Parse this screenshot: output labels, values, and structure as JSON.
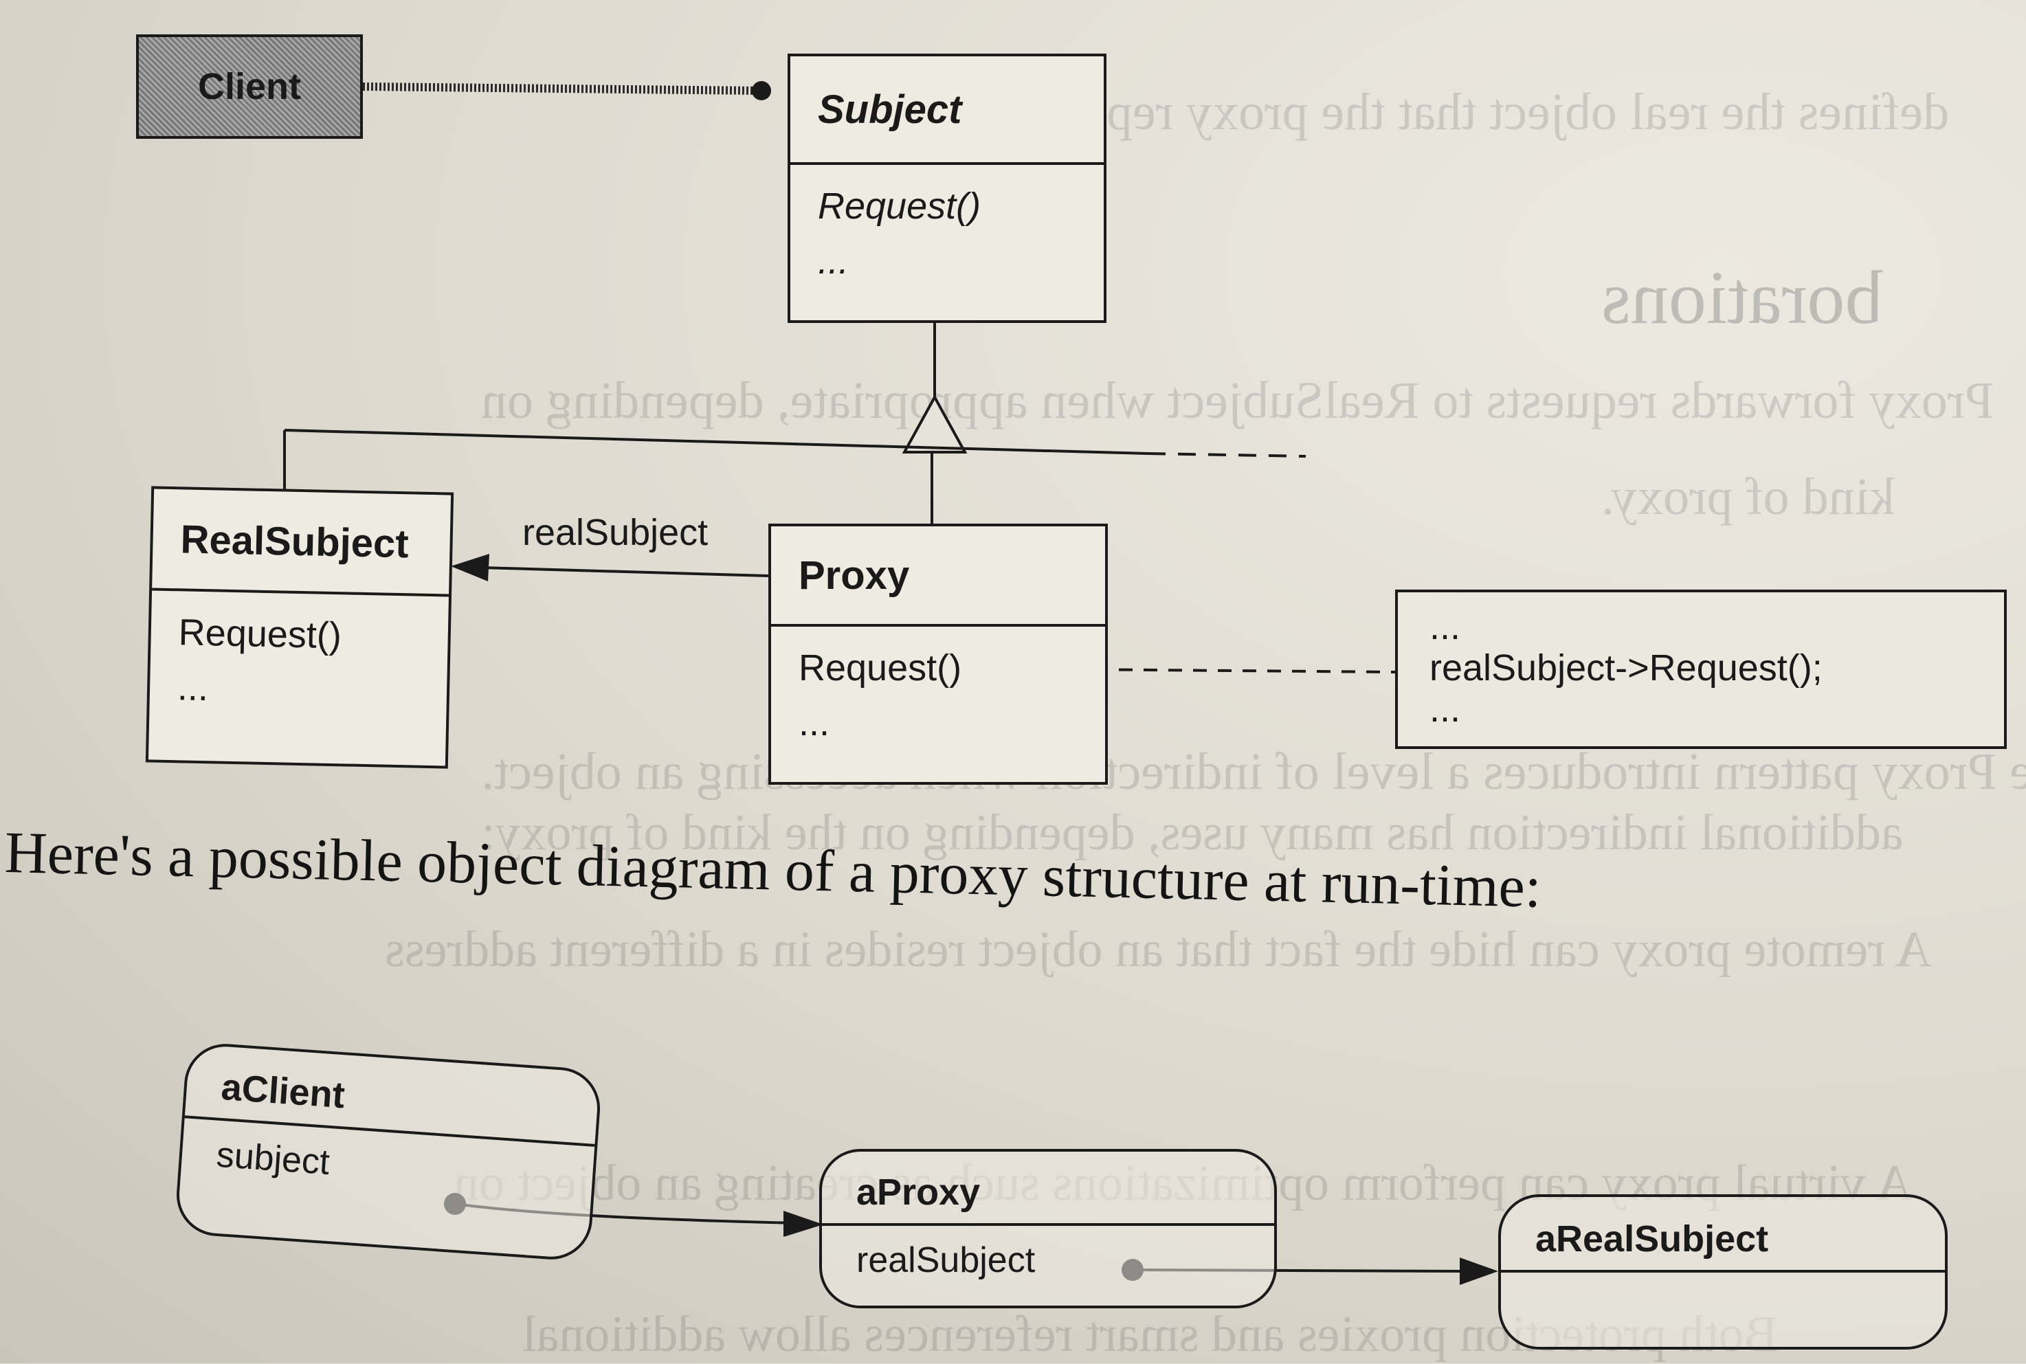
{
  "client": {
    "label": "Client"
  },
  "subject": {
    "name": "Subject",
    "op": "Request()",
    "more": "..."
  },
  "real_subject_class": {
    "name": "RealSubject",
    "op": "Request()",
    "more": "..."
  },
  "proxy_class": {
    "name": "Proxy",
    "op": "Request()",
    "more": "..."
  },
  "association_label": "realSubject",
  "note": {
    "line1": "...",
    "line2": "realSubject->Request();",
    "line3": "..."
  },
  "caption": "Here's a possible object diagram of a proxy structure at run-time:",
  "objects": {
    "a_client": {
      "name": "aClient",
      "field": "subject"
    },
    "a_proxy": {
      "name": "aProxy",
      "field": "realSubject"
    },
    "a_real_subject": {
      "name": "aRealSubject"
    }
  },
  "show_through": [
    "defines the real object that the proxy represents.",
    "borations",
    "Proxy forwards requests to RealSubject when appropriate, depending on",
    "kind of proxy.",
    "The Proxy pattern introduces a level of indirection when accessing an object.",
    "additional indirection has many uses, depending on the kind of proxy:",
    "A remote proxy can hide the fact that an object resides in a different address",
    "A virtual proxy can perform optimizations such as creating an object on",
    "Both protection proxies and smart references allow additional"
  ]
}
